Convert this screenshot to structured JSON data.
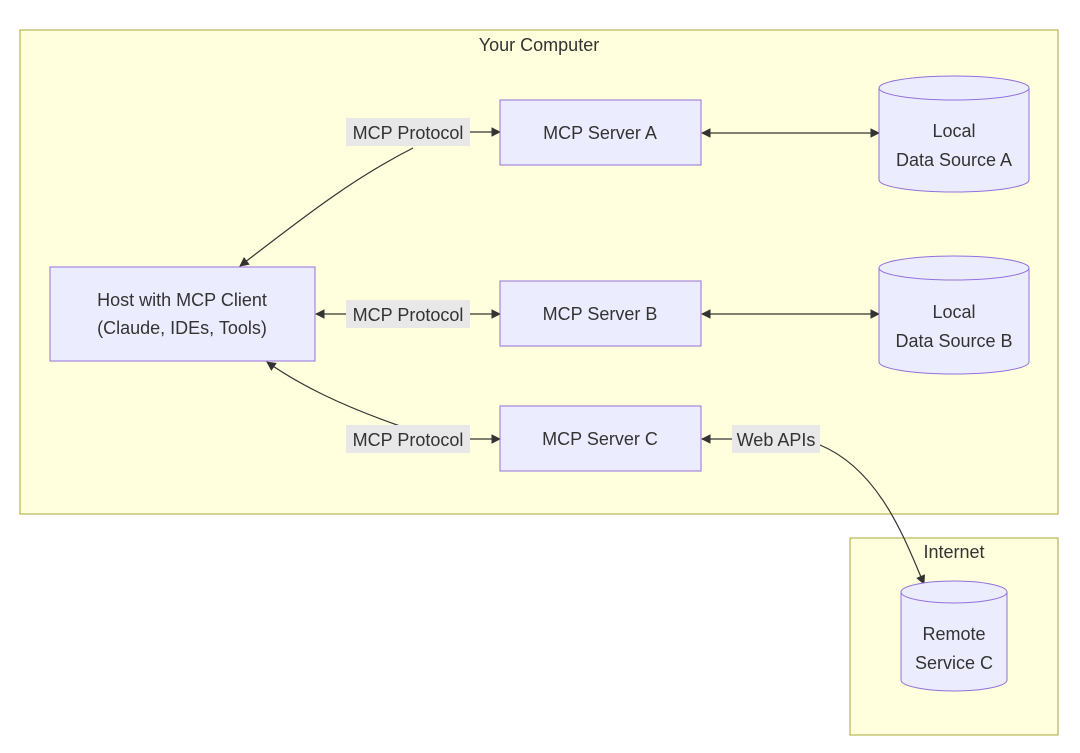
{
  "clusters": {
    "your_computer": {
      "title": "Your Computer"
    },
    "internet": {
      "title": "Internet"
    }
  },
  "nodes": {
    "host": {
      "line1": "Host with MCP Client",
      "line2": "(Claude, IDEs, Tools)"
    },
    "server_a": {
      "label": "MCP Server A"
    },
    "server_b": {
      "label": "MCP Server B"
    },
    "server_c": {
      "label": "MCP Server C"
    },
    "data_a": {
      "line1": "Local",
      "line2": "Data Source A"
    },
    "data_b": {
      "line1": "Local",
      "line2": "Data Source B"
    },
    "remote_c": {
      "line1": "Remote",
      "line2": "Service C"
    }
  },
  "edges": {
    "protocol_a": "MCP Protocol",
    "protocol_b": "MCP Protocol",
    "protocol_c": "MCP Protocol",
    "web_apis": "Web APIs"
  },
  "colors": {
    "cluster_fill": "#ffffde",
    "cluster_stroke": "#aaaa33",
    "node_fill": "#ececff",
    "node_stroke": "#9370db",
    "edge": "#333333",
    "edge_label_bg": "#e8e8e8"
  }
}
